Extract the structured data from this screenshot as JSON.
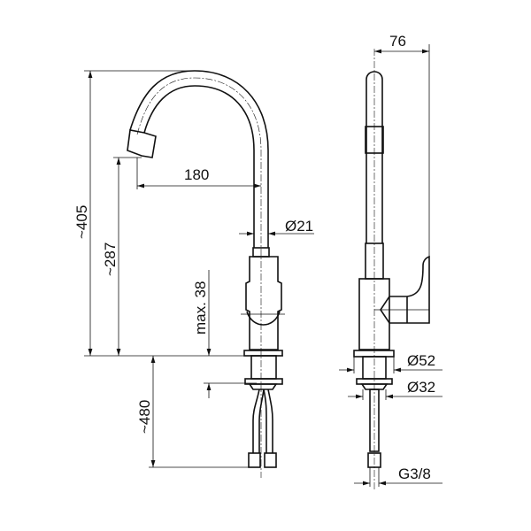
{
  "title": "Kitchen mixer tap dimension drawing",
  "front_view": {
    "total_height": "~405",
    "spout_height": "~287",
    "spout_reach": "180",
    "pipe_diameter": "Ø21",
    "max_counter_thickness": "max. 38",
    "hose_length": "~480"
  },
  "side_view": {
    "handle_depth": "76",
    "base_diameter": "Ø52",
    "shank_diameter": "Ø32",
    "connection_thread": "G3/8"
  }
}
